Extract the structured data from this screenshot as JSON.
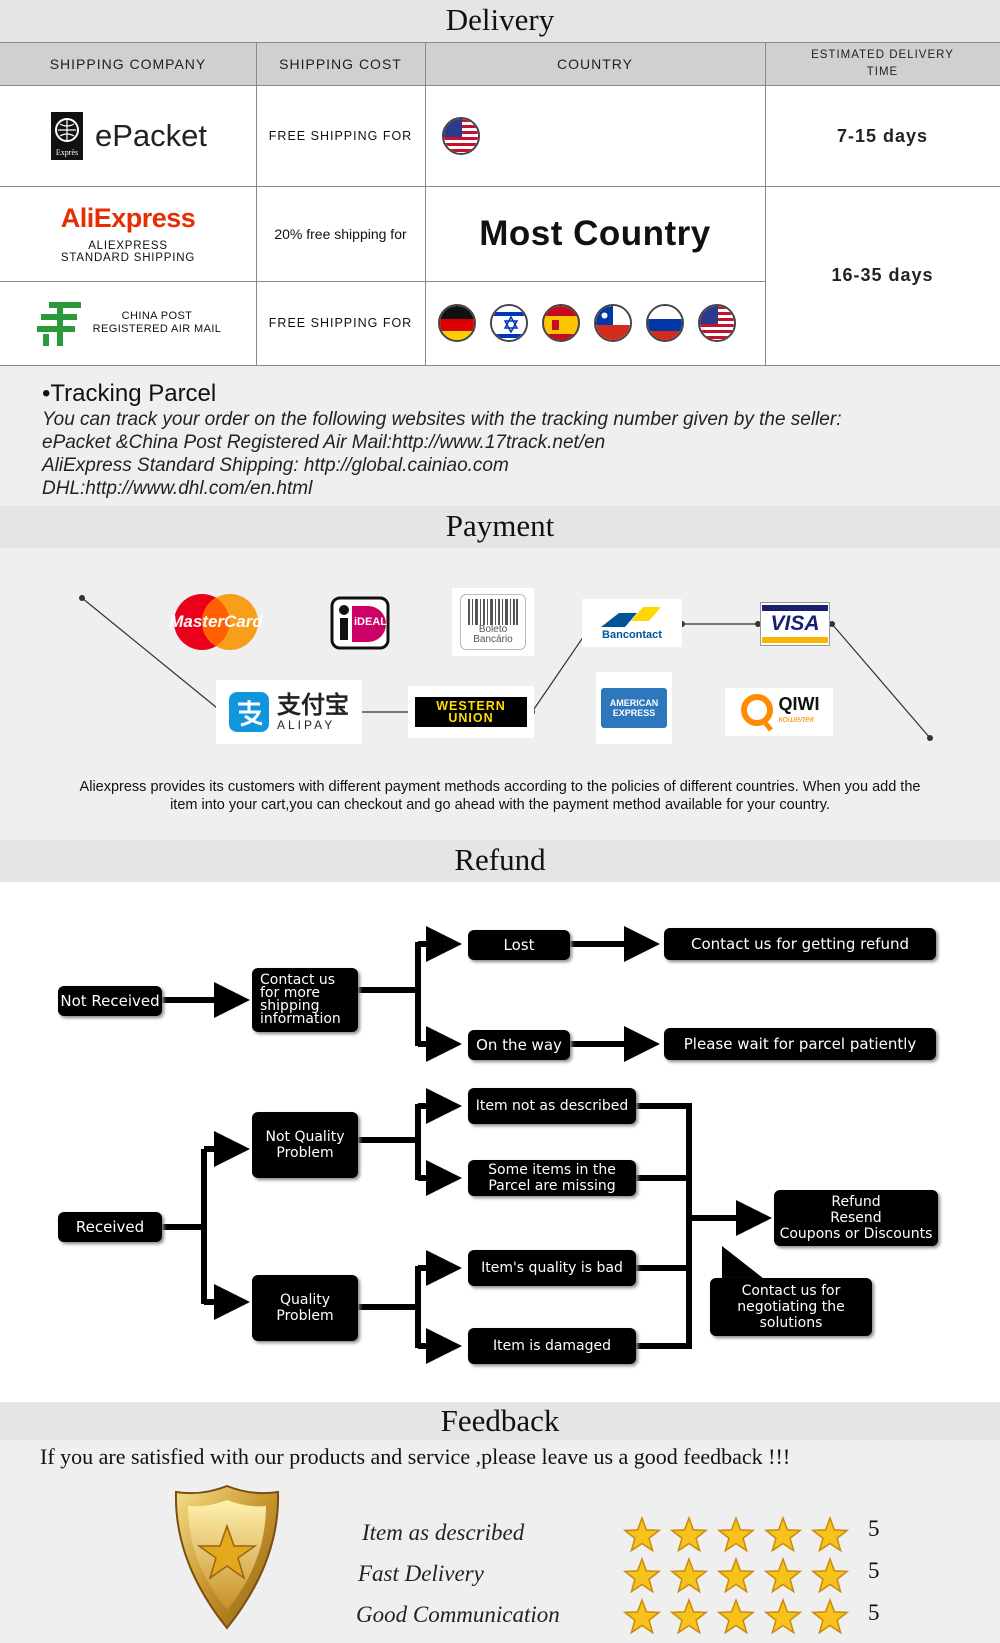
{
  "delivery": {
    "title": "Delivery",
    "headers": [
      "SHIPPING COMPANY",
      "SHIPPING COST",
      "COUNTRY",
      "ESTIMATED DELIVERY TIME"
    ],
    "rows": [
      {
        "company": "ePacket",
        "logo_caption": "Exprès",
        "cost": "FREE SHIPPING FOR",
        "country_flags": [
          "us-flag"
        ],
        "time": "7-15 days"
      },
      {
        "company_logo": "AliExpress",
        "company_line1": "ALIEXPRESS",
        "company_line2": "STANDARD SHIPPING",
        "cost": "20% free shipping for",
        "country_text": "Most Country"
      },
      {
        "company_line1": "CHINA POST",
        "company_line2": "REGISTERED AIR MAIL",
        "cost": "FREE SHIPPING FOR",
        "country_flags": [
          "de-flag",
          "il-flag",
          "es-flag",
          "cl-flag",
          "ru-flag",
          "us-flag"
        ]
      }
    ],
    "shared_time": "16-35 days",
    "colors": {
      "header_bg": "#d0d0d0",
      "aliexpress_red": "#e62e04",
      "china_post_green": "#2a9a3a"
    }
  },
  "tracking": {
    "title": "•Tracking Parcel",
    "lines": [
      "You can track your order on the following websites with the tracking number given by the seller:",
      "ePacket &China Post Registered Air Mail:http://www.17track.net/en",
      "AliExpress Standard Shipping: http://global.cainiao.com",
      "DHL:http://www.dhl.com/en.html"
    ]
  },
  "payment": {
    "title": "Payment",
    "methods": {
      "mastercard": "MasterCard",
      "ideal": "iDEAL",
      "boleto": [
        "Boleto",
        "Bancário"
      ],
      "bancontact": "Bancontact",
      "visa": "VISA",
      "alipay_cn": "支付宝",
      "alipay_en": "ALIPAY",
      "western_union": [
        "WESTERN",
        "UNION"
      ],
      "amex": [
        "AMERICAN",
        "EXPRESS"
      ],
      "qiwi": "QIWI",
      "qiwi_sub": "кошелек"
    },
    "description": "Aliexpress provides its customers with different payment methods according to the policies of different countries. When you add the item into your cart,you can checkout and go ahead with the payment method available for your country."
  },
  "refund": {
    "title": "Refund",
    "not_received": "Not Received",
    "contact_more": "Contact us for more shipping information",
    "lost": "Lost",
    "contact_refund": "Contact us for getting refund",
    "on_the_way": "On the way",
    "wait": "Please wait for parcel patiently",
    "received": "Received",
    "not_quality": "Not Quality Problem",
    "quality": "Quality Problem",
    "not_described": "Item not as described",
    "missing": "Some items in the Parcel are missing",
    "quality_bad": "Item's quality is bad",
    "damaged": "Item is damaged",
    "outcomes": [
      "Refund",
      "Resend",
      "Coupons or Discounts"
    ],
    "negotiate": "Contact us for negotiating the solutions"
  },
  "feedback": {
    "title": "Feedback",
    "message": "If you are satisfied with our products and service ,please leave us a good feedback !!!",
    "ratings": [
      {
        "label": "Item as described",
        "score": "5",
        "stars": 5
      },
      {
        "label": "Fast Delivery",
        "score": "5",
        "stars": 5
      },
      {
        "label": "Good Communication",
        "score": "5",
        "stars": 5
      }
    ]
  }
}
